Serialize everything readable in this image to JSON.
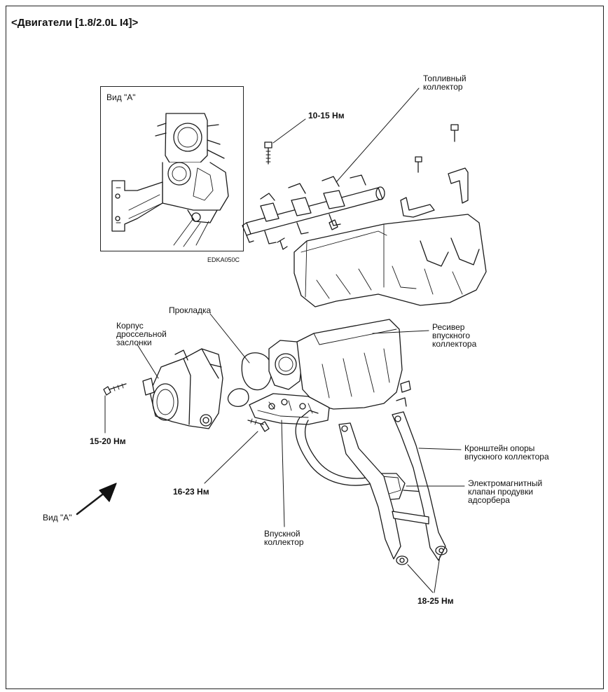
{
  "header": {
    "title": "<Двигатели [1.8/2.0L I4]>"
  },
  "inset": {
    "label": "Вид \"A\"",
    "code": "EDKA050C"
  },
  "callouts": {
    "fuel_rail": "Топливный\nколлектор",
    "torque_fuel_rail": "10-15 Нм",
    "gasket": "Прокладка",
    "throttle_body": "Корпус\nдроссельной\nзаслонки",
    "surge_tank": "Ресивер\nвпускного\nколлектора",
    "torque_throttle": "15-20 Нм",
    "torque_manifold": "16-23 Нм",
    "bracket": "Кронштейн опоры\nвпускного коллектора",
    "purge_valve": "Электромагнитный\nклапан продувки\nадсорбера",
    "view_a": "Вид \"A\"",
    "intake_manifold": "Впускной\nколлектор",
    "torque_bracket": "18-25 Нм"
  }
}
